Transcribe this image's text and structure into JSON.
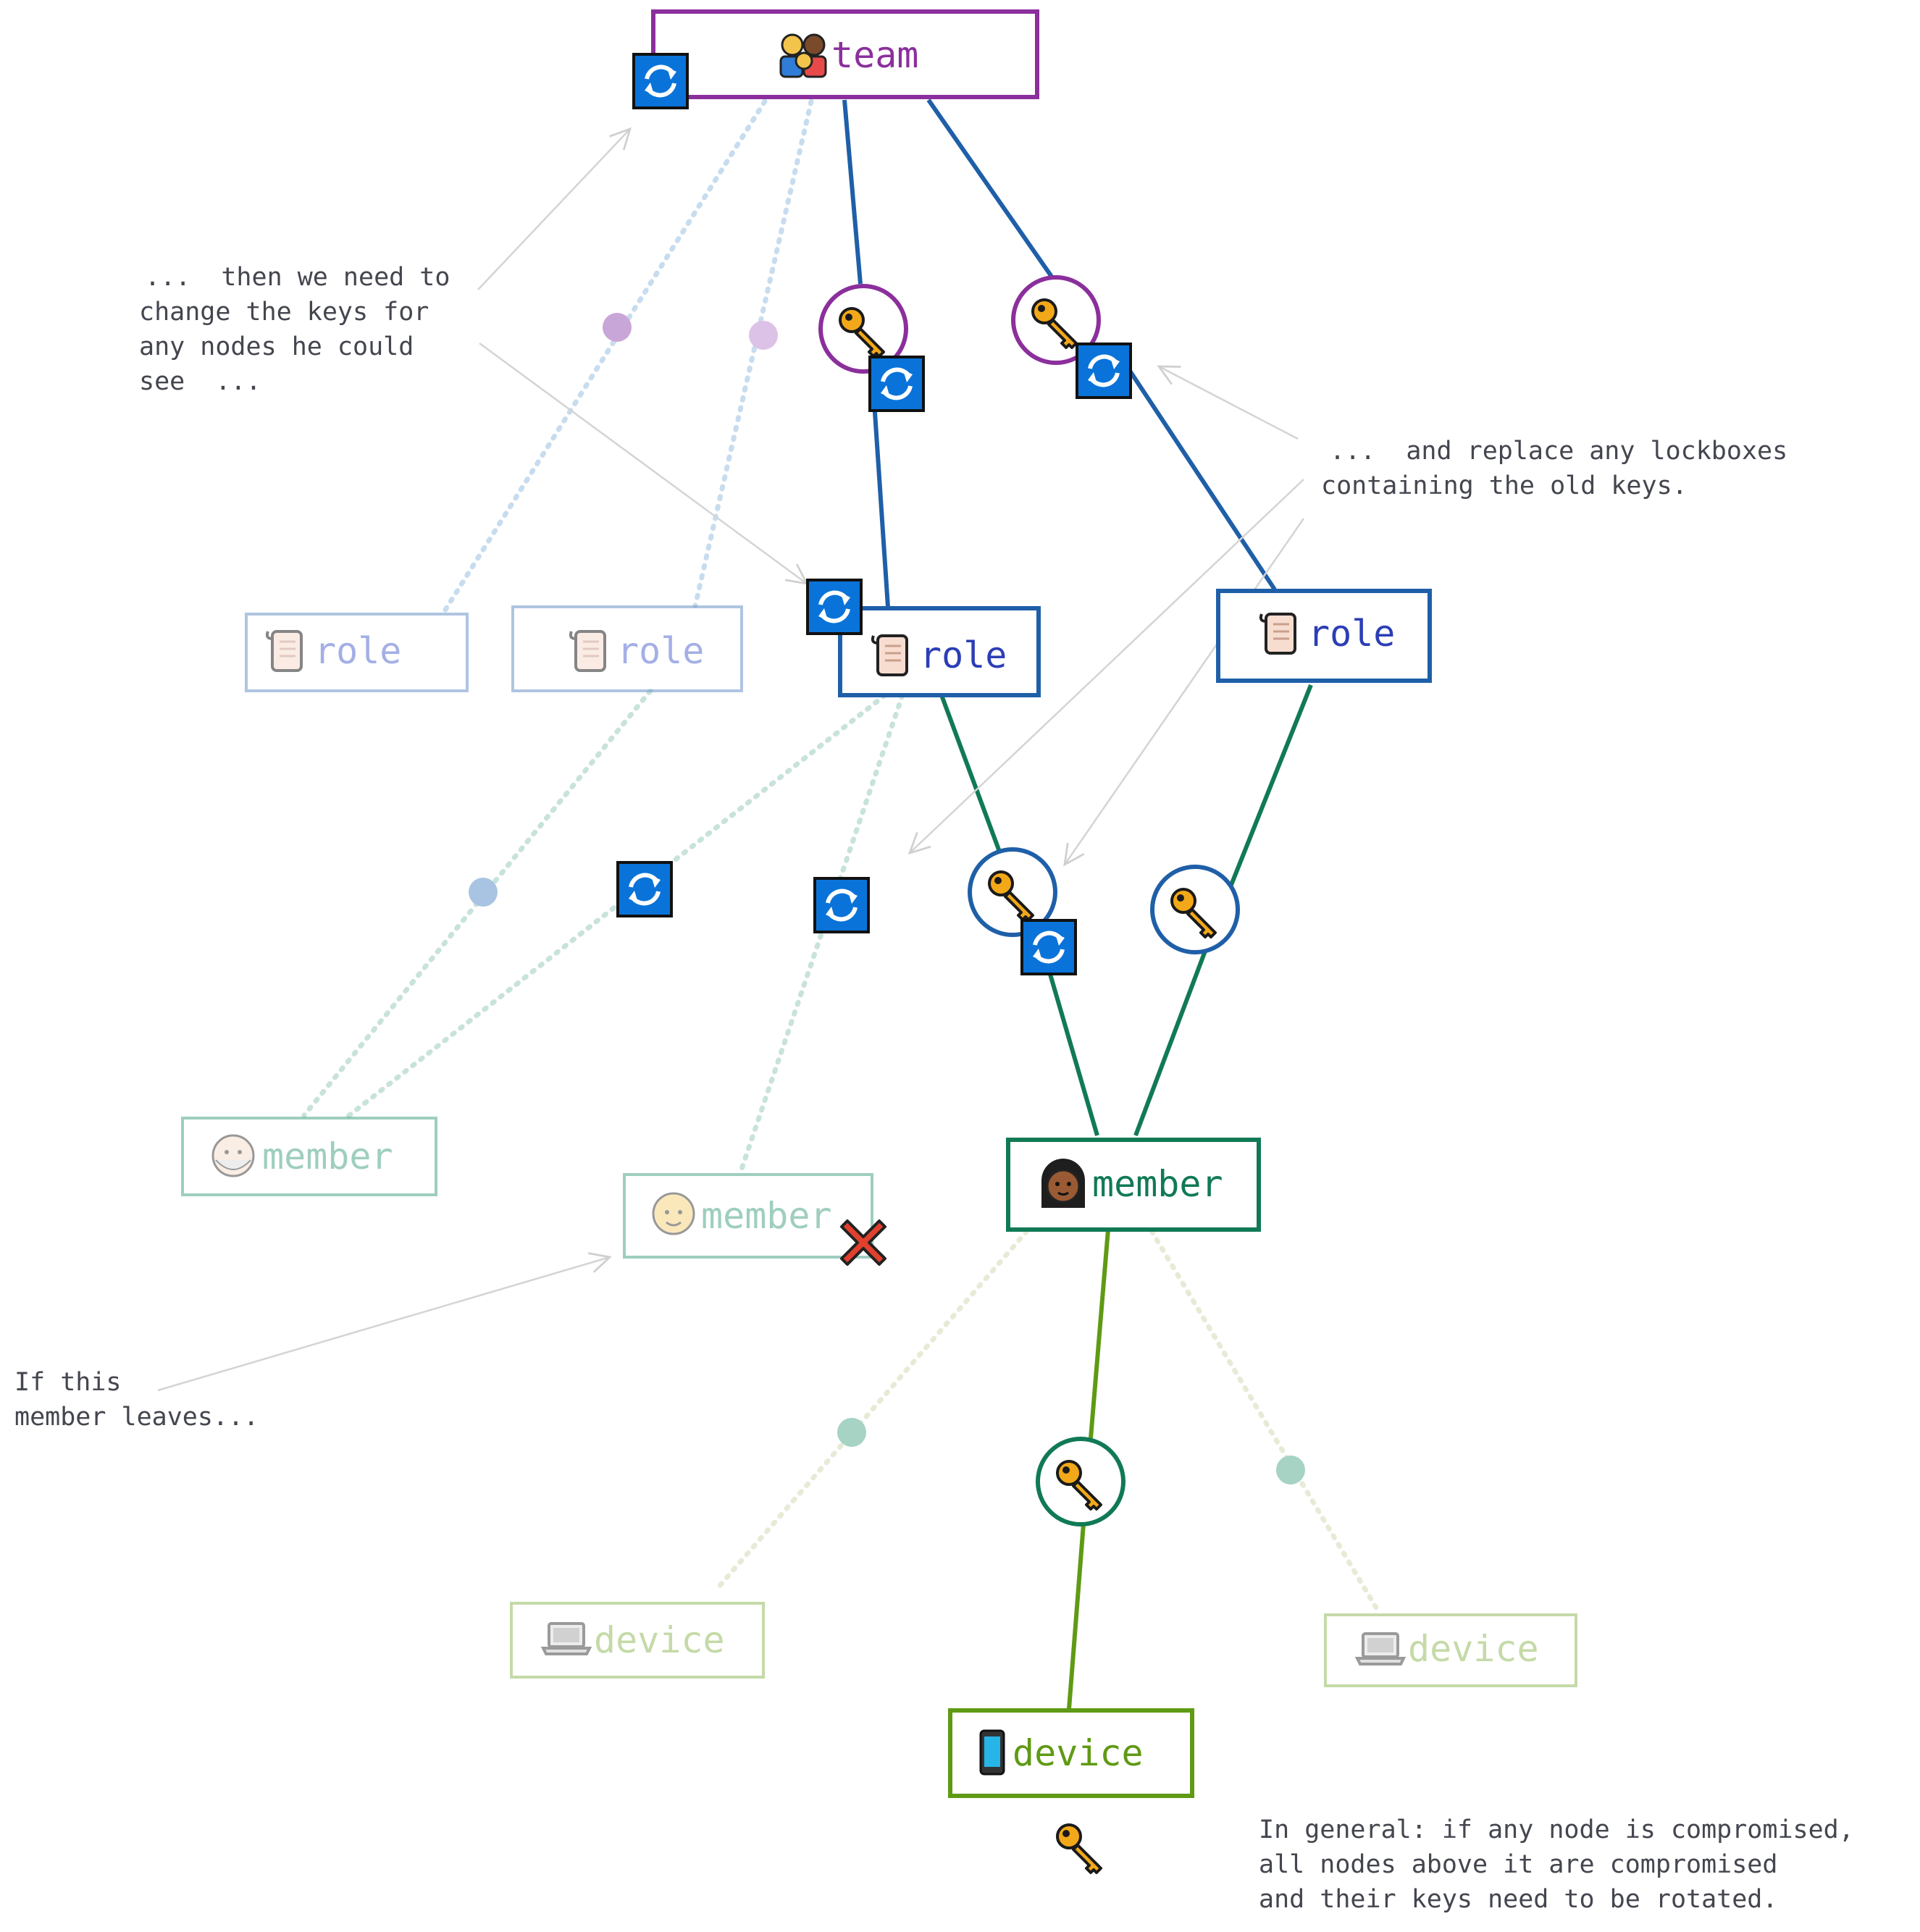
{
  "nodes": {
    "team": {
      "label": "team",
      "icon": "family-icon"
    },
    "role_faded_1": {
      "label": "role",
      "icon": "scroll-icon"
    },
    "role_faded_2": {
      "label": "role",
      "icon": "scroll-icon"
    },
    "role_main": {
      "label": "role",
      "icon": "scroll-icon"
    },
    "role_right": {
      "label": "role",
      "icon": "scroll-icon"
    },
    "member_faded_1": {
      "label": "member",
      "icon": "old-man-face-icon"
    },
    "member_leaving": {
      "label": "member",
      "icon": "bald-face-icon"
    },
    "member_main": {
      "label": "member",
      "icon": "woman-face-icon"
    },
    "device_faded_1": {
      "label": "device",
      "icon": "laptop-icon"
    },
    "device_faded_2": {
      "label": "device",
      "icon": "laptop-icon"
    },
    "device_main": {
      "label": "device",
      "icon": "phone-icon"
    }
  },
  "notes": {
    "then_change": [
      "...  then we need to",
      "change the keys for",
      "any nodes he could",
      "see  ..."
    ],
    "and_replace": [
      "...  and replace any lockboxes",
      "containing the old keys."
    ],
    "if_member_leaves": [
      "If this",
      "member leaves..."
    ],
    "in_general": [
      "In general: if any node is compromised,",
      "all nodes above it are compromised",
      "and their keys need to be rotated."
    ]
  },
  "colors": {
    "team": "#8b2f9c",
    "role": "#1f5fa8",
    "role_text": "#2b3eb5",
    "member": "#117a55",
    "device": "#5f9a14",
    "rotate": "#0a73d9",
    "key": "#f2a818",
    "remove": "#e0402d"
  },
  "icons": [
    "rotate-icon",
    "key-icon",
    "remove-x-icon",
    "lockbox-dot-icon"
  ]
}
